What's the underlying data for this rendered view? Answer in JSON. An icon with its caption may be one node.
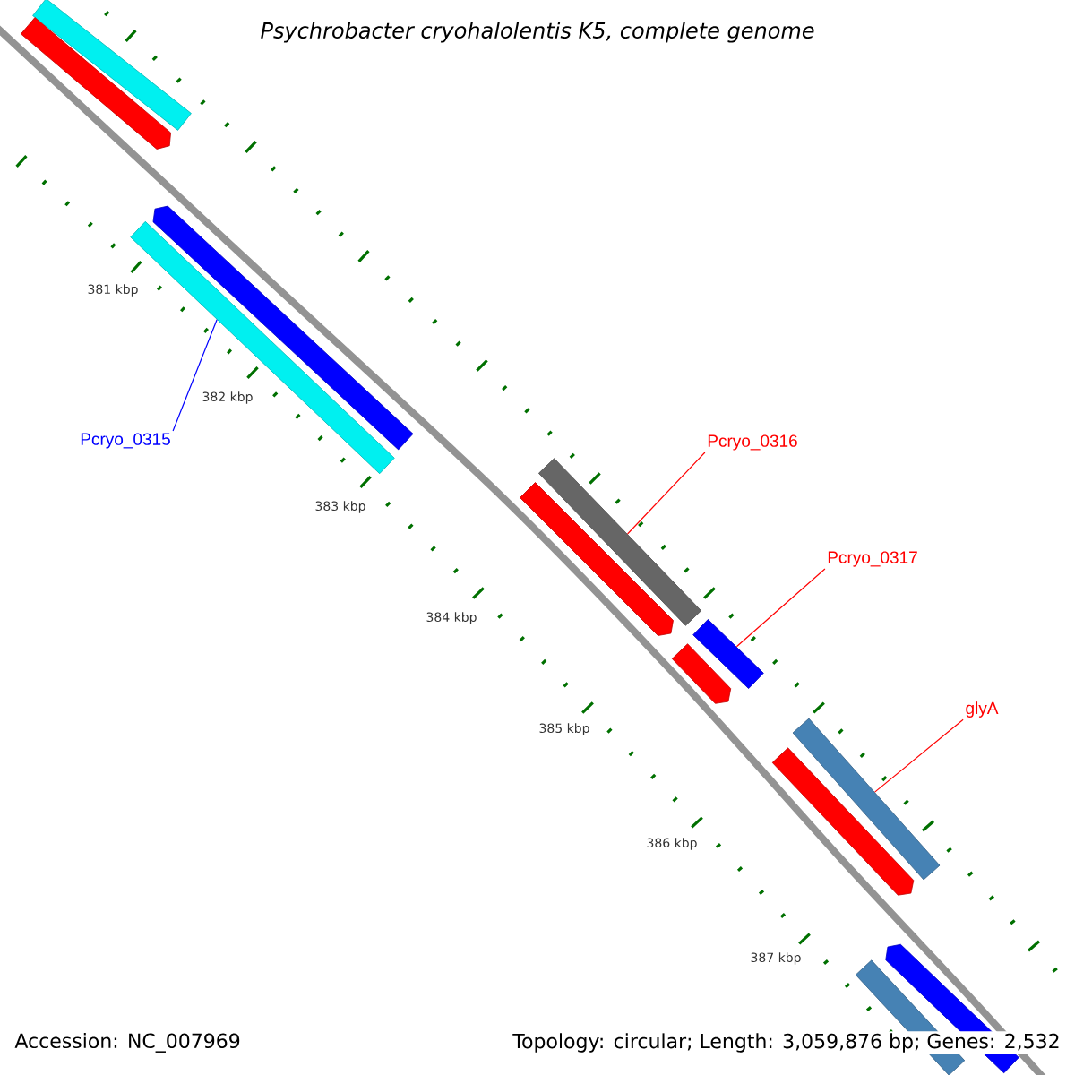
{
  "diagram": {
    "title": "*Psychrobacter cryohalolentis* K5, complete genome",
    "nodes": [
      {
        "text": [],
        "shape": "bar"
      },
      {
        "text": [],
        "shape": "bar"
      },
      {
        "text": [],
        "shape": "bar"
      },
      {
        "text": [],
        "shape": "bar"
      },
      {
        "text": [],
        "shape": "bar"
      },
      {
        "text": [],
        "shape": "bar"
      },
      {
        "text": [],
        "shape": "bar"
      },
      {
        "text": [],
        "shape": "bar"
      },
      {
        "text": [],
        "shape": "bar"
      },
      {
        "text": [],
        "shape": "bar"
      },
      {
        "text": [],
        "shape": "bar"
      },
      {
        "text": [],
        "shape": "bar"
      },
      {
        "text": [
          "Pcryo_0315"
        ]
      },
      {
        "text": [
          "Pcryo_0316"
        ]
      },
      {
        "text": [
          "Pcryo_0317"
        ]
      },
      {
        "text": [
          "glyA"
        ]
      }
    ],
    "edges": [
      {
        "from": 12,
        "to": 3,
        "arrow": "none",
        "color": "#0000ff"
      },
      {
        "from": 13,
        "to": 4,
        "arrow": "none"
      },
      {
        "from": 14,
        "to": 6,
        "arrow": "none"
      },
      {
        "from": 15,
        "to": 8,
        "arrow": "none"
      }
    ],
    "labels": [
      "381 kbp",
      "382 kbp",
      "383 kbp",
      "384 kbp",
      "385 kbp",
      "386 kbp",
      "387 kbp",
      "Accession: NC_007969",
      "Topology: circular; Length: 3,059,876 bp; Genes: 2,532"
    ]
  }
}
